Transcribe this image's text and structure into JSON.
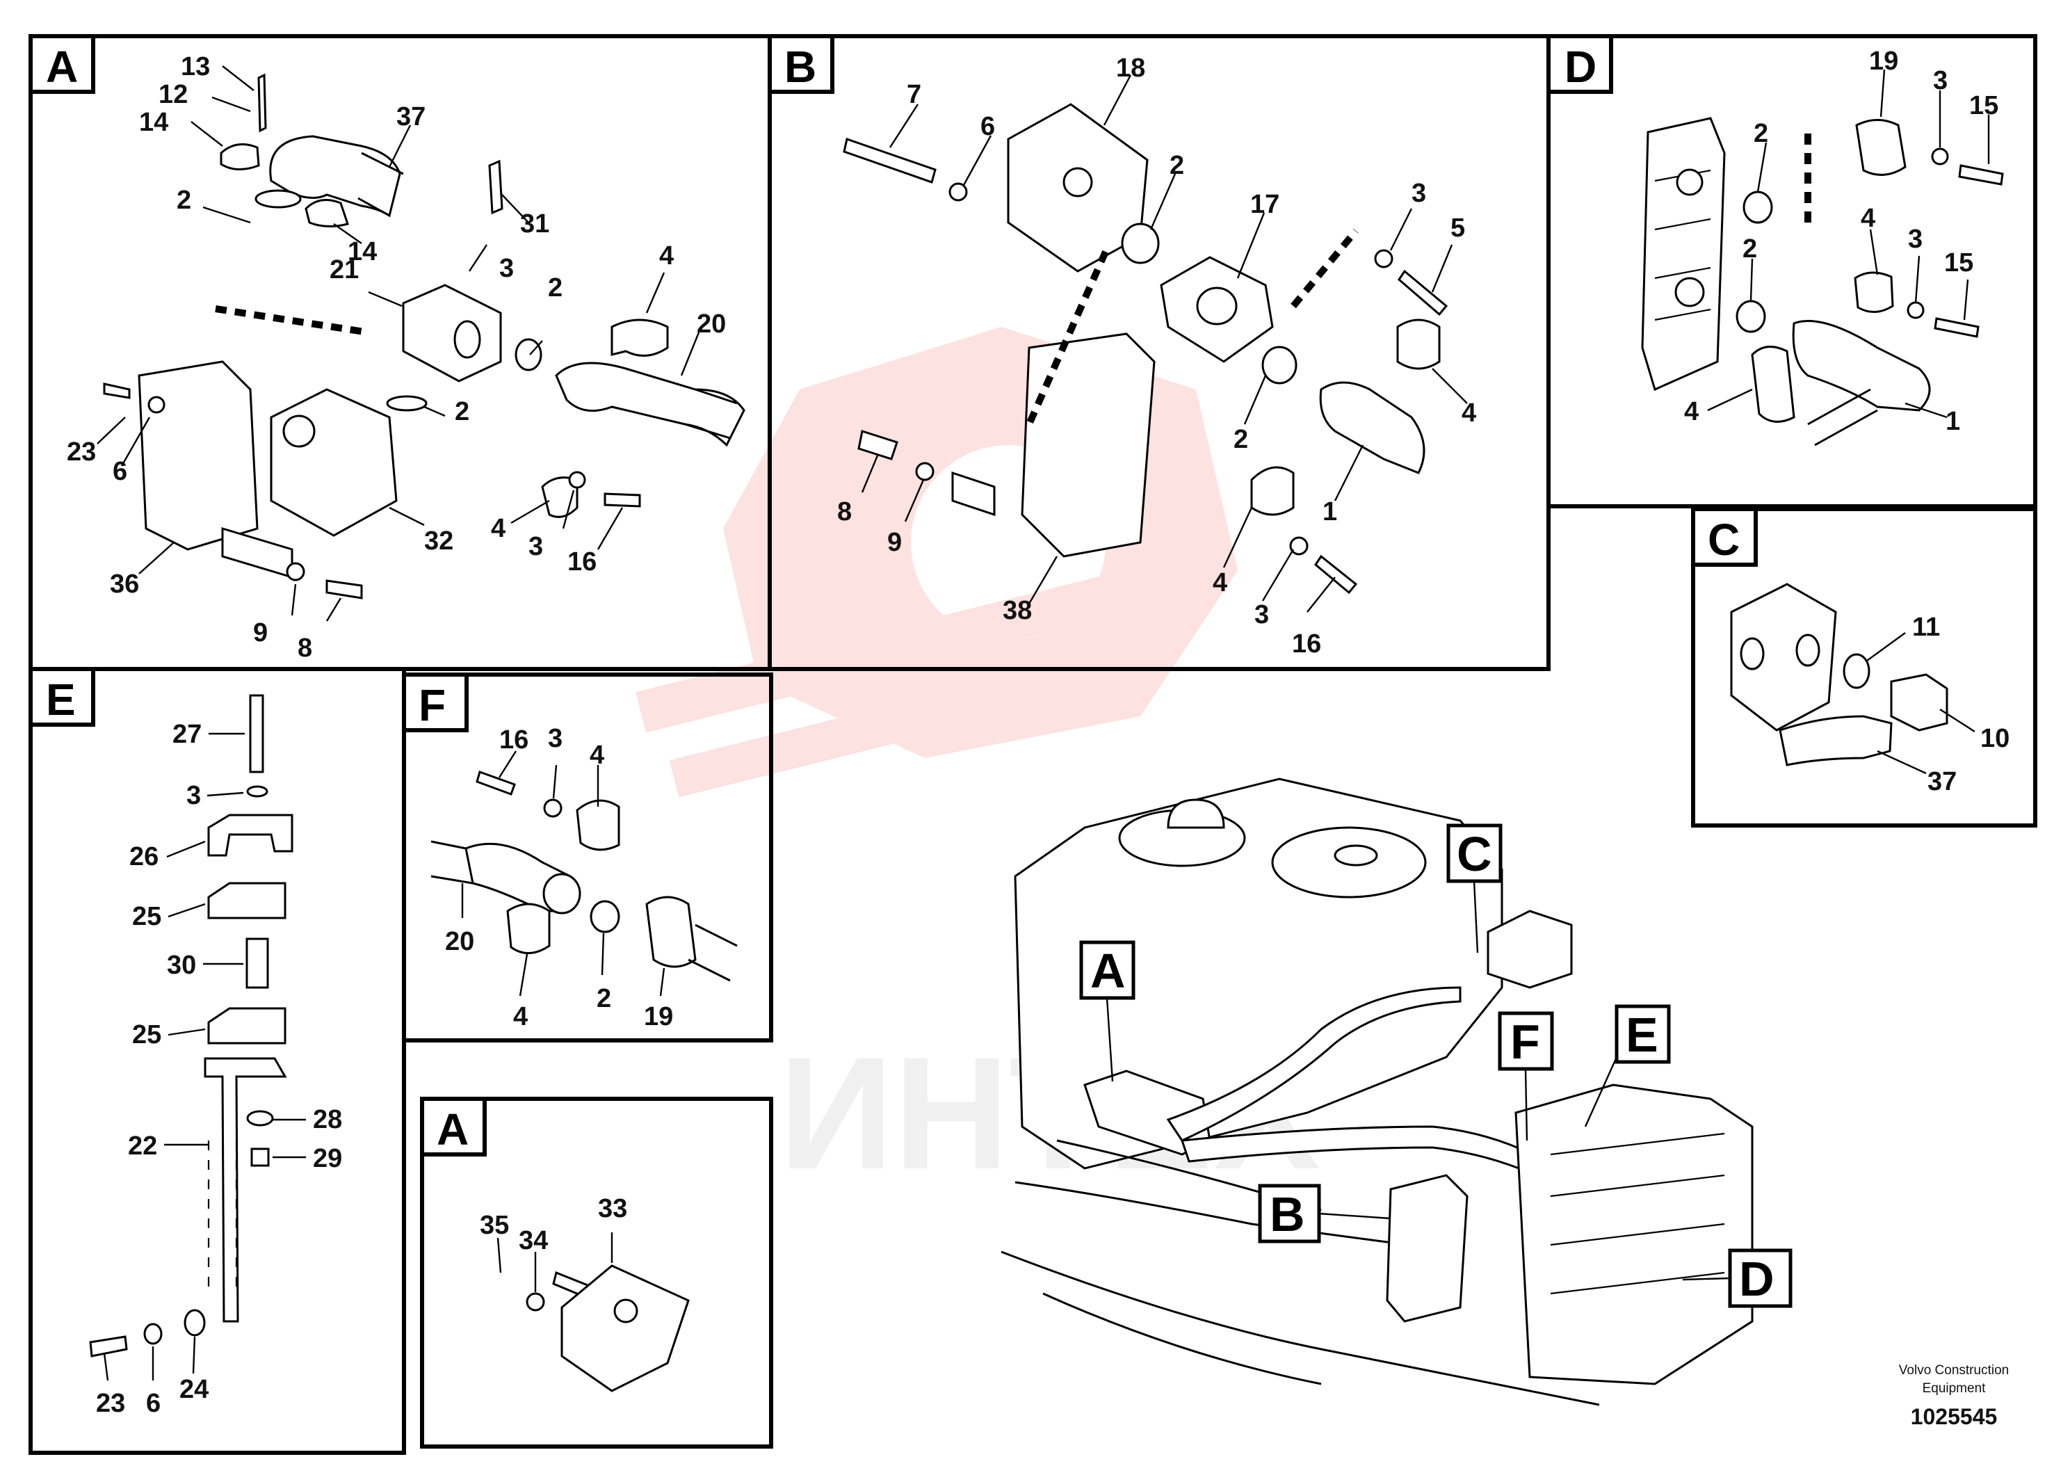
{
  "panels": {
    "A1": {
      "letter": "A",
      "labels": {
        "n13": "13",
        "n12": "12",
        "n14a": "14",
        "n37": "37",
        "n2a": "2",
        "n31": "31",
        "n14b": "14",
        "n3": "3",
        "n21": "21",
        "n2b": "2",
        "n4": "4",
        "n20": "20",
        "n23": "23",
        "n6": "6",
        "n2c": "2",
        "n4b": "4",
        "n3b": "3",
        "n16": "16",
        "n32": "32",
        "n36": "36",
        "n9": "9",
        "n8": "8"
      }
    },
    "B": {
      "letter": "B",
      "labels": {
        "n7": "7",
        "n18": "18",
        "n6": "6",
        "n2a": "2",
        "n17": "17",
        "n3": "3",
        "n5": "5",
        "n4a": "4",
        "n2b": "2",
        "n1": "1",
        "n8": "8",
        "n9": "9",
        "n38": "38",
        "n4b": "4",
        "n3b": "3",
        "n16": "16"
      }
    },
    "D": {
      "letter": "D",
      "labels": {
        "n19": "19",
        "n3a": "3",
        "n15a": "15",
        "n2a": "2",
        "n4a": "4",
        "n2b": "2",
        "n3b": "3",
        "n15b": "15",
        "n4b": "4",
        "n1": "1"
      }
    },
    "C": {
      "letter": "C",
      "labels": {
        "n11": "11",
        "n10": "10",
        "n37": "37"
      }
    },
    "E": {
      "letter": "E",
      "labels": {
        "n27": "27",
        "n3": "3",
        "n26": "26",
        "n25a": "25",
        "n30": "30",
        "n25b": "25",
        "n22": "22",
        "n28": "28",
        "n29": "29",
        "n23": "23",
        "n6": "6",
        "n24": "24"
      }
    },
    "F": {
      "letter": "F",
      "labels": {
        "n16": "16",
        "n3": "3",
        "n4a": "4",
        "n20": "20",
        "n4b": "4",
        "n2": "2",
        "n19": "19"
      }
    },
    "A2": {
      "letter": "A",
      "labels": {
        "n35": "35",
        "n34": "34",
        "n33": "33"
      }
    }
  },
  "overview_tags": {
    "A": "A",
    "B": "B",
    "C": "C",
    "D": "D",
    "E": "E",
    "F": "F"
  },
  "brand": {
    "line1": "Volvo Construction",
    "line2": "Equipment"
  },
  "document_number": "1025545"
}
